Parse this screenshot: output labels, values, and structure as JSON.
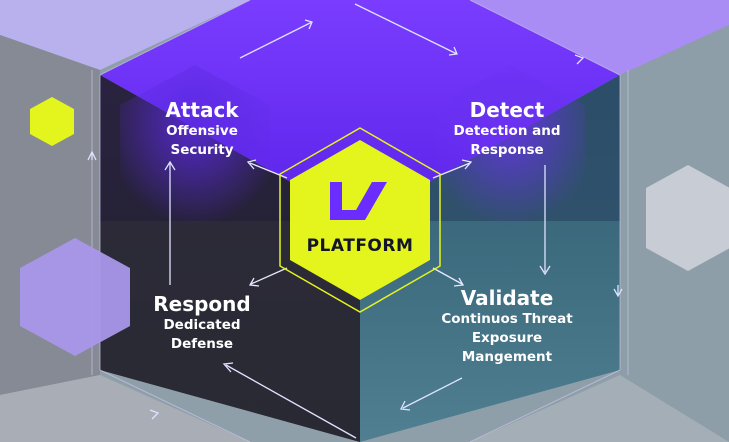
{
  "platform": {
    "label": "PLATFORM",
    "logo_icon": "platform-logo-icon"
  },
  "quadrants": {
    "attack": {
      "title": "Attack",
      "lines": [
        "Offensive",
        "Security"
      ]
    },
    "detect": {
      "title": "Detect",
      "lines": [
        "Detection and",
        "Response"
      ]
    },
    "validate": {
      "title": "Validate",
      "lines": [
        "Continuos Threat",
        "Exposure",
        "Mangement"
      ]
    },
    "respond": {
      "title": "Respond",
      "lines": [
        "Dedicated",
        "Defense"
      ]
    }
  },
  "colors": {
    "purple": "#6a2cff",
    "lime": "#e4f51e",
    "teal": "#3e6f80",
    "dark": "#1e1f29",
    "lavender": "#b3a6f0",
    "steel": "#8f9faa"
  }
}
